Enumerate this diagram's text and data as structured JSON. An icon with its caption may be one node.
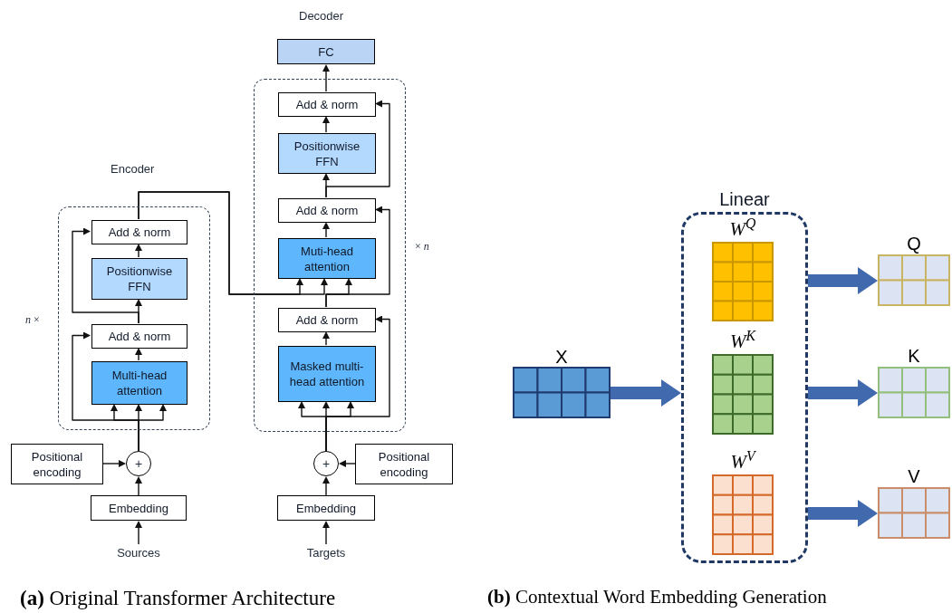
{
  "diagram": {
    "nodes": [
      {
        "text": [],
        "shape": "box"
      },
      {
        "text": [
          "Add & norm"
        ],
        "in": 0
      },
      {
        "text": [
          "Positionwise FFN"
        ],
        "in": 0
      },
      {
        "text": [
          "Add & norm"
        ],
        "in": 0
      },
      {
        "text": [
          "Multi-head attention"
        ],
        "in": 0
      },
      {
        "text": [
          "Positional encoding"
        ]
      },
      {
        "text": [
          "+"
        ]
      },
      {
        "text": [
          "Embedding"
        ]
      },
      {
        "text": [
          "Sources"
        ]
      },
      {
        "text": [],
        "shape": "box"
      },
      {
        "text": [
          "FC"
        ]
      },
      {
        "text": [
          "Add & norm"
        ],
        "in": 9
      },
      {
        "text": [
          "Positionwise FFN"
        ],
        "in": 9
      },
      {
        "text": [
          "Add & norm"
        ],
        "in": 9
      },
      {
        "text": [
          "Muti-head attention"
        ],
        "in": 9
      },
      {
        "text": [
          "Add & norm"
        ],
        "in": 9
      },
      {
        "text": [
          "Masked multi-head attention"
        ],
        "in": 9
      },
      {
        "text": [
          "+"
        ]
      },
      {
        "text": [
          "Positional encoding"
        ]
      },
      {
        "text": [
          "Embedding"
        ]
      },
      {
        "text": [
          "Targets"
        ]
      },
      {
        "text": [
          "X"
        ]
      },
      {
        "text": [
          "Linear"
        ]
      },
      {
        "text": [
          "W$^{Q}$"
        ],
        "in": 22
      },
      {
        "text": [
          "W$^{K}$"
        ],
        "in": 22
      },
      {
        "text": [
          "W$^{V}$"
        ],
        "in": 22
      },
      {
        "text": [
          "Q"
        ]
      },
      {
        "text": [
          "K"
        ]
      },
      {
        "text": [
          "V"
        ]
      }
    ],
    "edges": [
      {
        "from": 8,
        "to": 7,
        "arrow": "to"
      },
      {
        "from": 7,
        "to": 6,
        "arrow": "to"
      },
      {
        "from": 5,
        "to": 6,
        "arrow": "to"
      },
      {
        "from": 6,
        "to": 4,
        "arrow": "to"
      },
      {
        "from": 6,
        "to": 4,
        "arrow": "to"
      },
      {
        "from": 6,
        "to": 4,
        "arrow": "to"
      },
      {
        "from": 6,
        "to": 3,
        "arrow": "to"
      },
      {
        "from": 4,
        "to": 3,
        "arrow": "to"
      },
      {
        "from": 3,
        "to": 2,
        "arrow": "to"
      },
      {
        "from": 3,
        "to": 1,
        "arrow": "to"
      },
      {
        "from": 2,
        "to": 1,
        "arrow": "to"
      },
      {
        "from": 1,
        "to": 14,
        "arrow": "to"
      },
      {
        "from": 1,
        "to": 14,
        "arrow": "to"
      },
      {
        "from": 20,
        "to": 19,
        "arrow": "to"
      },
      {
        "from": 19,
        "to": 17,
        "arrow": "to"
      },
      {
        "from": 18,
        "to": 17,
        "arrow": "to"
      },
      {
        "from": 17,
        "to": 16,
        "arrow": "to"
      },
      {
        "from": 17,
        "to": 16,
        "arrow": "to"
      },
      {
        "from": 17,
        "to": 16,
        "arrow": "to"
      },
      {
        "from": 17,
        "to": 15,
        "arrow": "to"
      },
      {
        "from": 16,
        "to": 15,
        "arrow": "to"
      },
      {
        "from": 15,
        "to": 14,
        "arrow": "to"
      },
      {
        "from": 15,
        "to": 13,
        "arrow": "to"
      },
      {
        "from": 14,
        "to": 13,
        "arrow": "to"
      },
      {
        "from": 13,
        "to": 12,
        "arrow": "to"
      },
      {
        "from": 13,
        "to": 11,
        "arrow": "to"
      },
      {
        "from": 12,
        "to": 11,
        "arrow": "to"
      },
      {
        "from": 11,
        "to": 10,
        "arrow": "to"
      },
      {
        "from": 21,
        "to": 22,
        "arrow": "to",
        "style": "thick",
        "color": "#4169ad"
      },
      {
        "from": 22,
        "to": 26,
        "arrow": "to",
        "style": "thick",
        "color": "#4169ad"
      },
      {
        "from": 22,
        "to": 27,
        "arrow": "to",
        "style": "thick",
        "color": "#4169ad"
      },
      {
        "from": 22,
        "to": 28,
        "arrow": "to",
        "style": "thick",
        "color": "#4169ad"
      }
    ],
    "labels": [
      "Decoder",
      "Encoder",
      "× *n*",
      "*n* ×",
      "**(a)** Original Transformer Architecture",
      "**(b)** Contextual Word Embedding Generation"
    ]
  }
}
